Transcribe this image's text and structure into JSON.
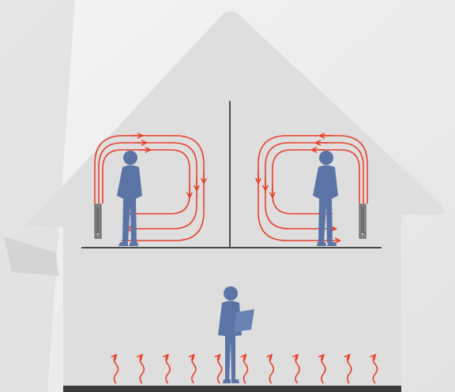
{
  "colors": {
    "house": "#dddddd",
    "backdrop": "#c9c9c9",
    "person": "#5b74a6",
    "heat_flow": "#e8402c",
    "lines": "#4a4a4a",
    "radiator": "#8a8a8a",
    "floor": "#3b3b3b"
  },
  "icons": {
    "person": "person-silhouette-icon",
    "radiator": "wall-radiator-icon",
    "reader": "person-reading-icon",
    "heat": "heat-wave-icon",
    "flow": "air-circulation-arrow-icon"
  },
  "scene": {
    "rooms": [
      "left-room",
      "right-room"
    ],
    "underfloor_heat_waves": 11
  }
}
